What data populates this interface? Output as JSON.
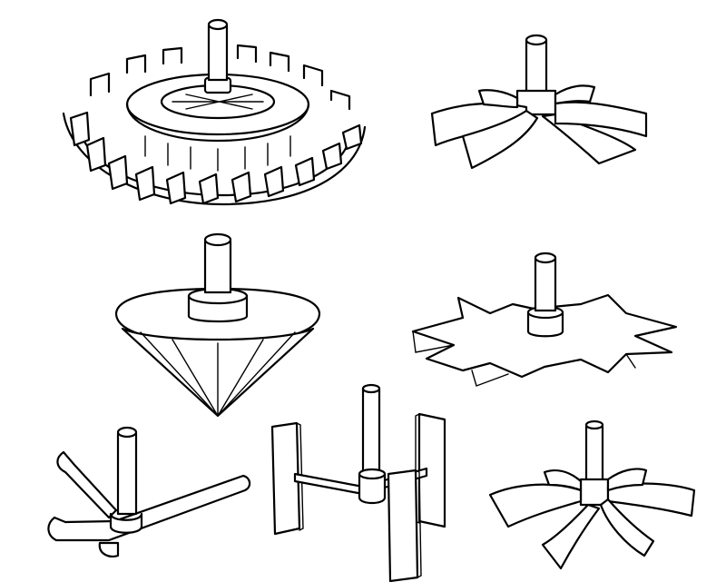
{
  "figure": {
    "background": "#ffffff",
    "ink": "#000000",
    "impellers": [
      {
        "id": "shrouded-turbine",
        "icon": "shrouded-turbine-impeller-icon"
      },
      {
        "id": "curved-blade-turbine",
        "icon": "curved-blade-turbine-impeller-icon"
      },
      {
        "id": "cone",
        "icon": "cone-impeller-icon"
      },
      {
        "id": "sawtooth-disk",
        "icon": "sawtooth-disk-impeller-icon"
      },
      {
        "id": "anchor-arms",
        "icon": "anchor-arm-impeller-icon"
      },
      {
        "id": "paddle-frame",
        "icon": "paddle-frame-impeller-icon"
      },
      {
        "id": "pitched-blade",
        "icon": "pitched-blade-impeller-icon"
      }
    ]
  }
}
